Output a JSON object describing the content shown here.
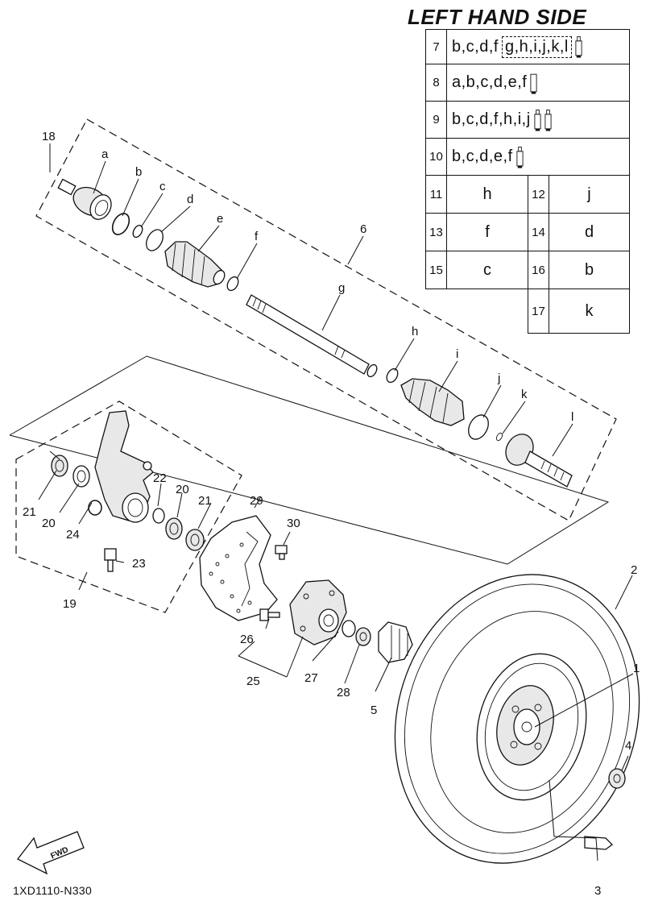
{
  "header": {
    "title": "LEFT HAND SIDE"
  },
  "legend_rows": [
    {
      "num": "7",
      "letters": "b,c,d,f",
      "boxed": "g,h,i,j,k,l",
      "tubes": 1
    },
    {
      "num": "8",
      "letters": "a,b,c,d,e,f",
      "tubes": 1
    },
    {
      "num": "9",
      "letters": "b,c,d,f,h,i,j",
      "tubes": 2
    },
    {
      "num": "10",
      "letters": "b,c,d,e,f",
      "tubes": 1
    }
  ],
  "legend_pairs": [
    {
      "num": "11",
      "val": "h"
    },
    {
      "num": "12",
      "val": "j"
    },
    {
      "num": "13",
      "val": "f"
    },
    {
      "num": "14",
      "val": "d"
    },
    {
      "num": "15",
      "val": "c"
    },
    {
      "num": "16",
      "val": "b"
    },
    {
      "num": "17",
      "val": "k"
    }
  ],
  "callouts": {
    "n1": "1",
    "n2": "2",
    "n3": "3",
    "n4": "4",
    "n5": "5",
    "n6": "6",
    "n18": "18",
    "n19": "19",
    "n20a": "20",
    "n20b": "20",
    "n21a": "21",
    "n21b": "21",
    "n22": "22",
    "n23": "23",
    "n24": "24",
    "n25": "25",
    "n26": "26",
    "n27": "27",
    "n28": "28",
    "n29": "29",
    "n30": "30",
    "a": "a",
    "b": "b",
    "c": "c",
    "d": "d",
    "e": "e",
    "f": "f",
    "g": "g",
    "h": "h",
    "i": "i",
    "j": "j",
    "k": "k",
    "l": "l"
  },
  "fwd": "FWD",
  "footer": {
    "code": "1XD1110-N330"
  }
}
